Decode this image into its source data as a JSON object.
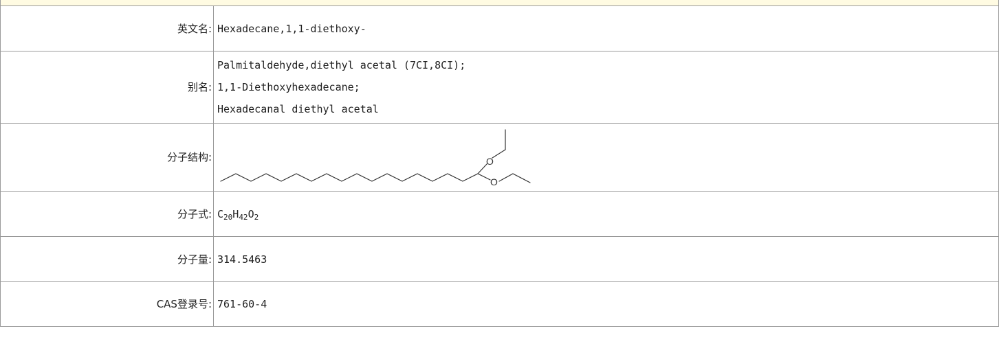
{
  "rows": {
    "english_name": {
      "label": "英文名:",
      "value": "Hexadecane,1,1-diethoxy-"
    },
    "synonyms": {
      "label": "别名:",
      "values": [
        "Palmitaldehyde,diethyl acetal (7CI,8CI);",
        "1,1-Diethoxyhexadecane;",
        "Hexadecanal diethyl acetal"
      ]
    },
    "structure": {
      "label": "分子结构:",
      "oxygen_symbol": "O"
    },
    "formula": {
      "label": "分子式:",
      "parts": {
        "c": "C",
        "c_n": "20",
        "h": "H",
        "h_n": "42",
        "o": "O",
        "o_n": "2"
      }
    },
    "molecular_weight": {
      "label": "分子量:",
      "value": "314.5463"
    },
    "cas": {
      "label": "CAS登录号:",
      "value": "761-60-4"
    }
  },
  "colors": {
    "header_bar": "#fffbe2",
    "border": "#999999",
    "text": "#222222",
    "bond": "#333333"
  }
}
